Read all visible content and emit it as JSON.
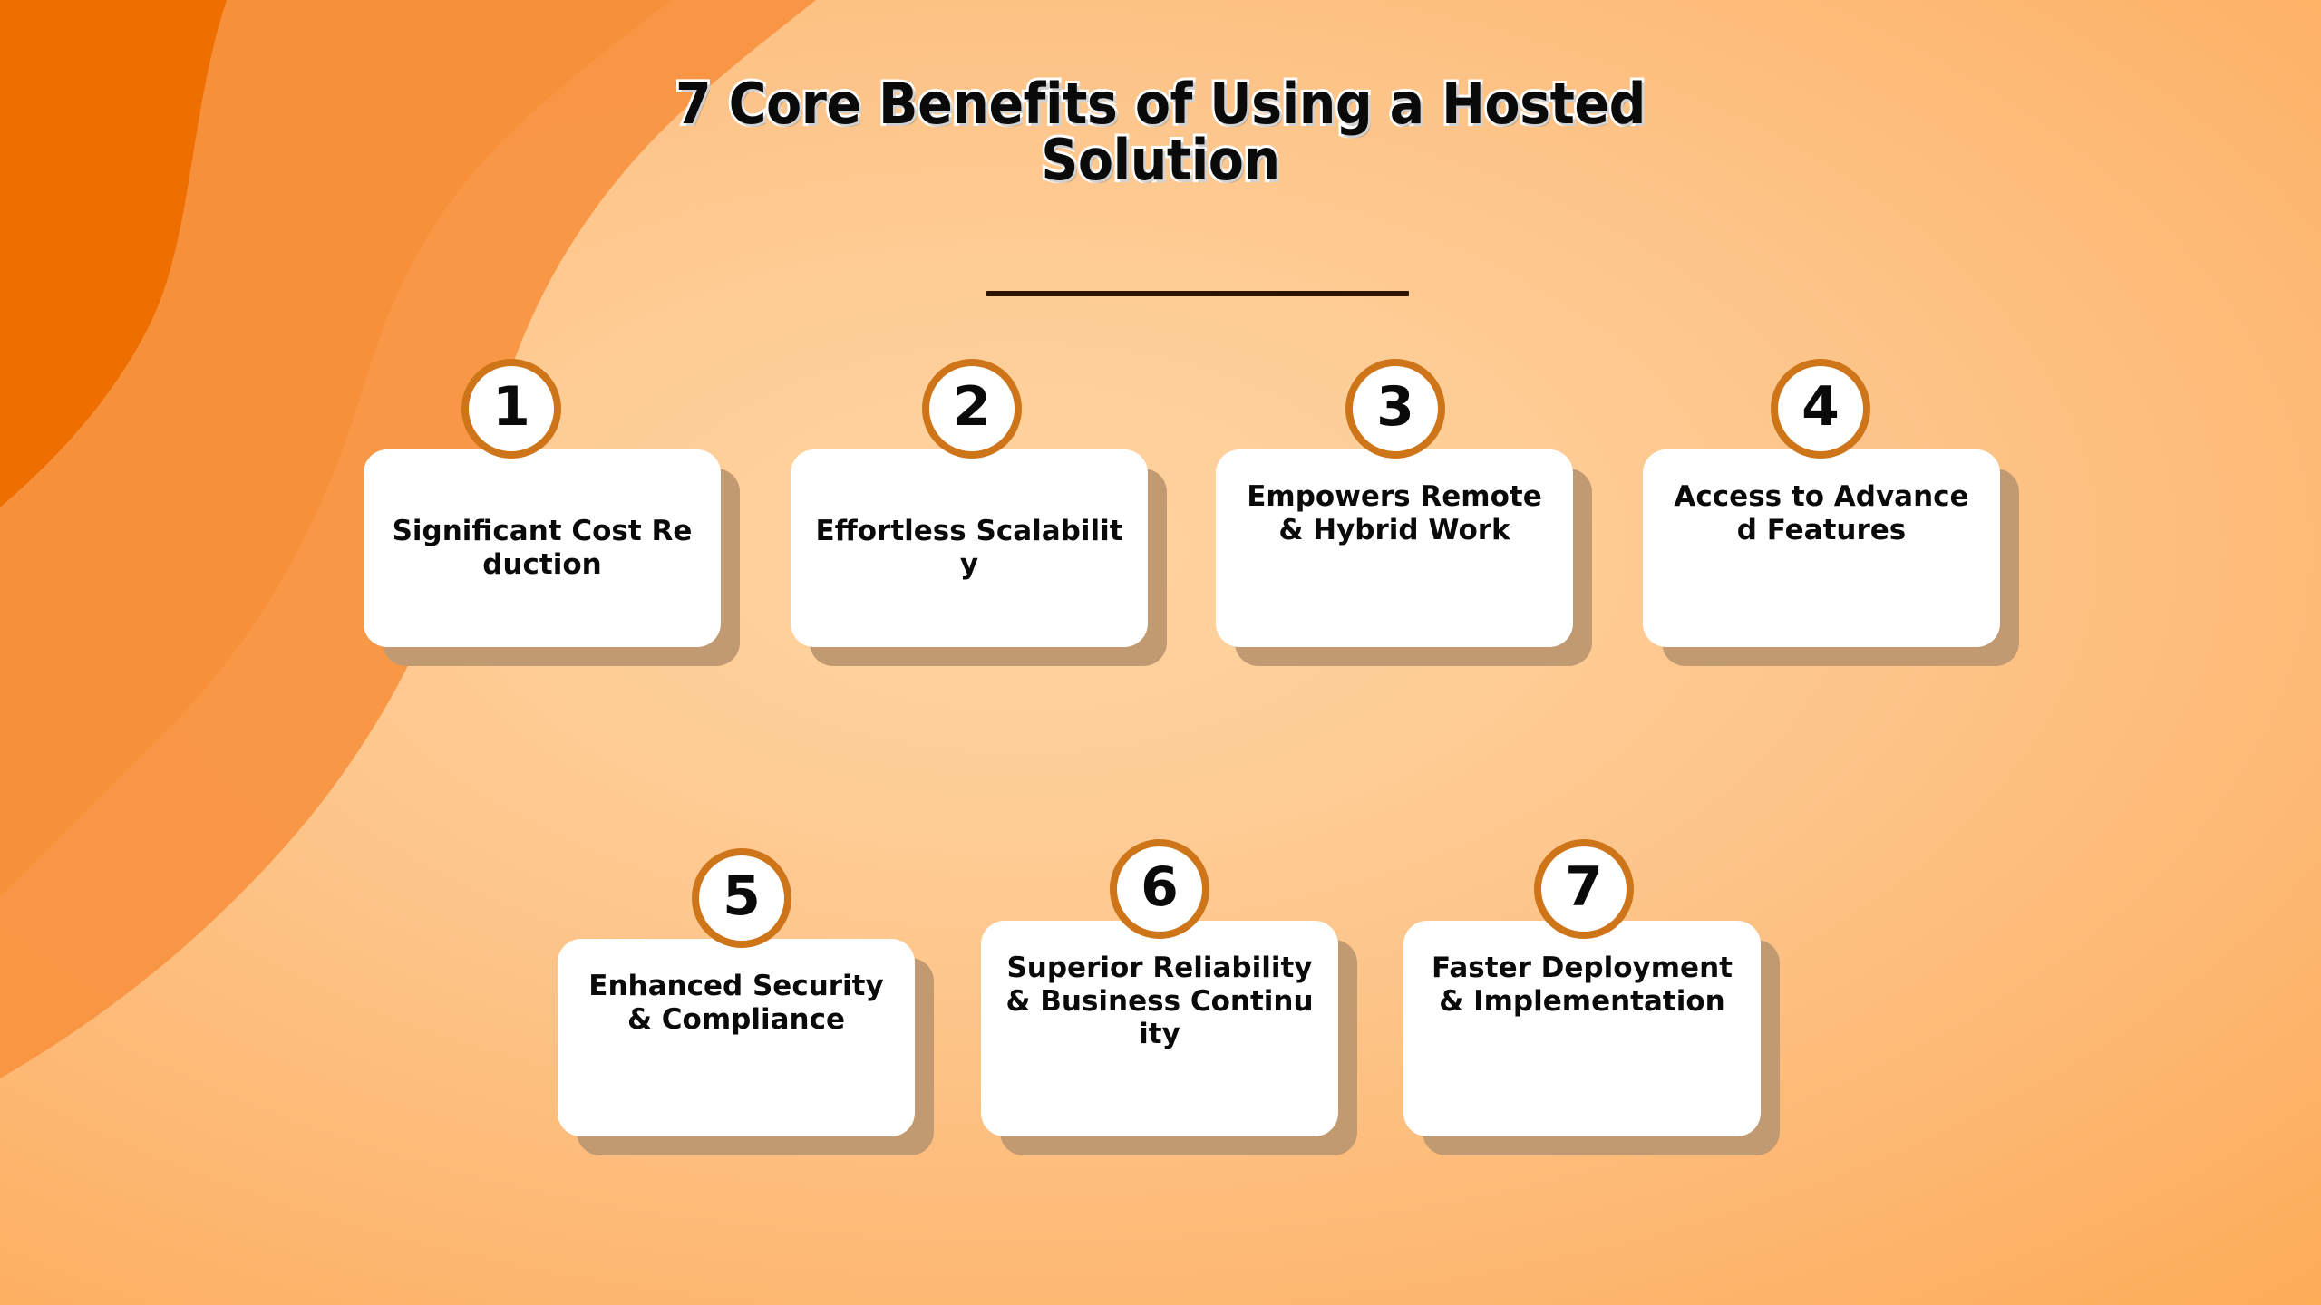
{
  "page": {
    "title": "7 Core Benefits of Using a Hosted Solution",
    "title_line_1": "7 Core Benefits of Using a Hosted",
    "title_line_2": "Solution"
  },
  "colors": {
    "accent_ring": "#ce7419",
    "corner_blob_dark": "#ee6f00",
    "corner_blob_mid": "#f79240",
    "background_center": "#fed3a0",
    "background_edge": "#fca02c",
    "card_surface": "#ffffff",
    "card_shadow": "#c19a72",
    "divider": "#2b1405",
    "text": "#0a0a0a",
    "title_stroke": "#ffffff"
  },
  "benefits": [
    {
      "number": "1",
      "label": "Significant Cost Reduction"
    },
    {
      "number": "2",
      "label": "Effortless Scalability"
    },
    {
      "number": "3",
      "label": "Empowers Remote & Hybrid Work"
    },
    {
      "number": "4",
      "label": "Access to Advanced Features"
    },
    {
      "number": "5",
      "label": "Enhanced Security & Compliance"
    },
    {
      "number": "6",
      "label": "Superior Reliability & Business Continuity"
    },
    {
      "number": "7",
      "label": "Faster Deployment & Implementation"
    }
  ]
}
